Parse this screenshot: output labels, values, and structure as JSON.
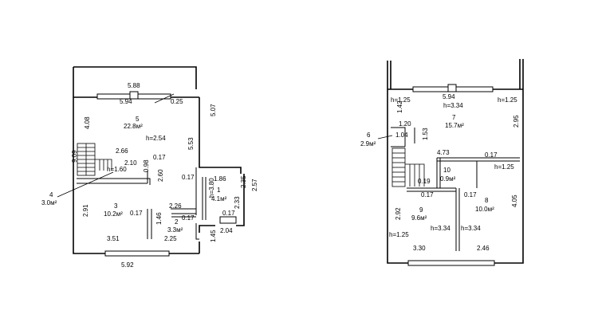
{
  "floor1": {
    "dims": {
      "top_outer": "5.88",
      "top_inner": "5.94",
      "top_wall": "0.25",
      "right_upper": "5.07",
      "left_top": "4.08",
      "left_total": "9.09",
      "mid_533": "5.53",
      "stair_266": "2.66",
      "stair_017": "0.17",
      "stair_210": "2.10",
      "stair_098": "0.98",
      "stair_260": "2.60",
      "h_160": "h=1.60",
      "wall_017a": "0.17",
      "hall_186": "1.86",
      "hall_h380": "h=3.80",
      "hall_233": "2.33",
      "hall_235": "2.35",
      "hall_257": "2.57",
      "hall_017b": "0.17",
      "r2_226": "2.26",
      "r2_017": "0.17",
      "r3_017": "0.17",
      "left_291": "2.91",
      "r3_146": "1.46",
      "bottom_351": "3.51",
      "bottom_225": "2.25",
      "bottom_145": "1.45",
      "bottom_204": "2.04",
      "bottom_592": "5.92"
    },
    "rooms": {
      "r5_num": "5",
      "r5_area": "22.8м²",
      "r5_h": "h=2.54",
      "r4_num": "4",
      "r4_area": "3.0м²",
      "r1_num": "1",
      "r1_area": "4.1м²",
      "r3_num": "3",
      "r3_area": "10.2м²",
      "r2_num": "2",
      "r2_area": "3.3м²"
    }
  },
  "floor2": {
    "dims": {
      "top_594": "5.94",
      "h125_tl": "h=1.25",
      "h125_tr": "h=1.25",
      "left_142": "1.42",
      "d_120": "1.20",
      "d_104": "1.04",
      "d_153": "1.53",
      "right_295": "2.95",
      "d_473": "4.73",
      "d_017a": "0.17",
      "h125_mr": "h=1.25",
      "d_017b": "0.17",
      "d_017c": "0.17",
      "d_019": "0.19",
      "right_405": "4.05",
      "left_292": "2.92",
      "h125_bl": "h=1.25",
      "h334_a": "h=3.34",
      "h334_b": "h=3.34",
      "bottom_330": "3.30",
      "bottom_246": "2.46"
    },
    "rooms": {
      "r7_num": "7",
      "r7_h": "h=3.34",
      "r7_area": "15.7м²",
      "r6_num": "6",
      "r6_area": "2.9м²",
      "r10_num": "10",
      "r10_area": "0.9м²",
      "r9_num": "9",
      "r9_area": "9.6м²",
      "r8_num": "8",
      "r8_area": "10.0м²"
    }
  }
}
